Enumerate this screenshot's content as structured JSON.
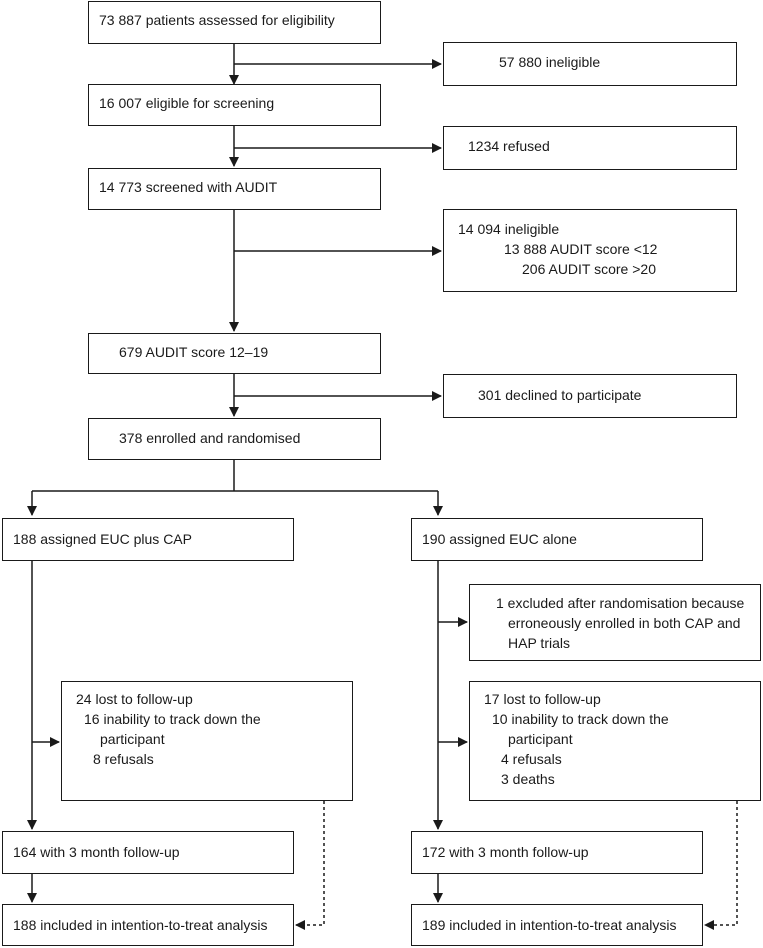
{
  "flow": {
    "assessed": "73 887 patients assessed for eligibility",
    "ineligible_1": "57 880 ineligible",
    "eligible": "16 007 eligible for screening",
    "refused": "1234 refused",
    "screened": "14 773 screened with AUDIT",
    "ineligible_2": {
      "title": "14 094 ineligible",
      "line1": "13 888 AUDIT score <12",
      "line2": "206 AUDIT score >20"
    },
    "audit_range": "679 AUDIT score 12–19",
    "declined": "301 declined to participate",
    "enrolled": "378 enrolled and randomised",
    "left_arm": {
      "assigned": "188 assigned EUC plus CAP",
      "lost": {
        "title": "24 lost to follow-up",
        "line1": "16 inability to track down the",
        "line2": "participant",
        "line3": "8 refusals"
      },
      "followup": "164 with 3 month follow-up",
      "itt": "188 included in intention-to-treat analysis"
    },
    "right_arm": {
      "assigned": "190 assigned EUC alone",
      "excluded": {
        "line1": "1 excluded after randomisation because",
        "line2": "erroneously enrolled in both CAP and",
        "line3": "HAP trials"
      },
      "lost": {
        "title": "17 lost to follow-up",
        "line1": "10 inability to track down the",
        "line2": "participant",
        "line3": "4 refusals",
        "line4": "3 deaths"
      },
      "followup": "172 with 3 month follow-up",
      "itt": "189 included in intention-to-treat analysis"
    }
  }
}
